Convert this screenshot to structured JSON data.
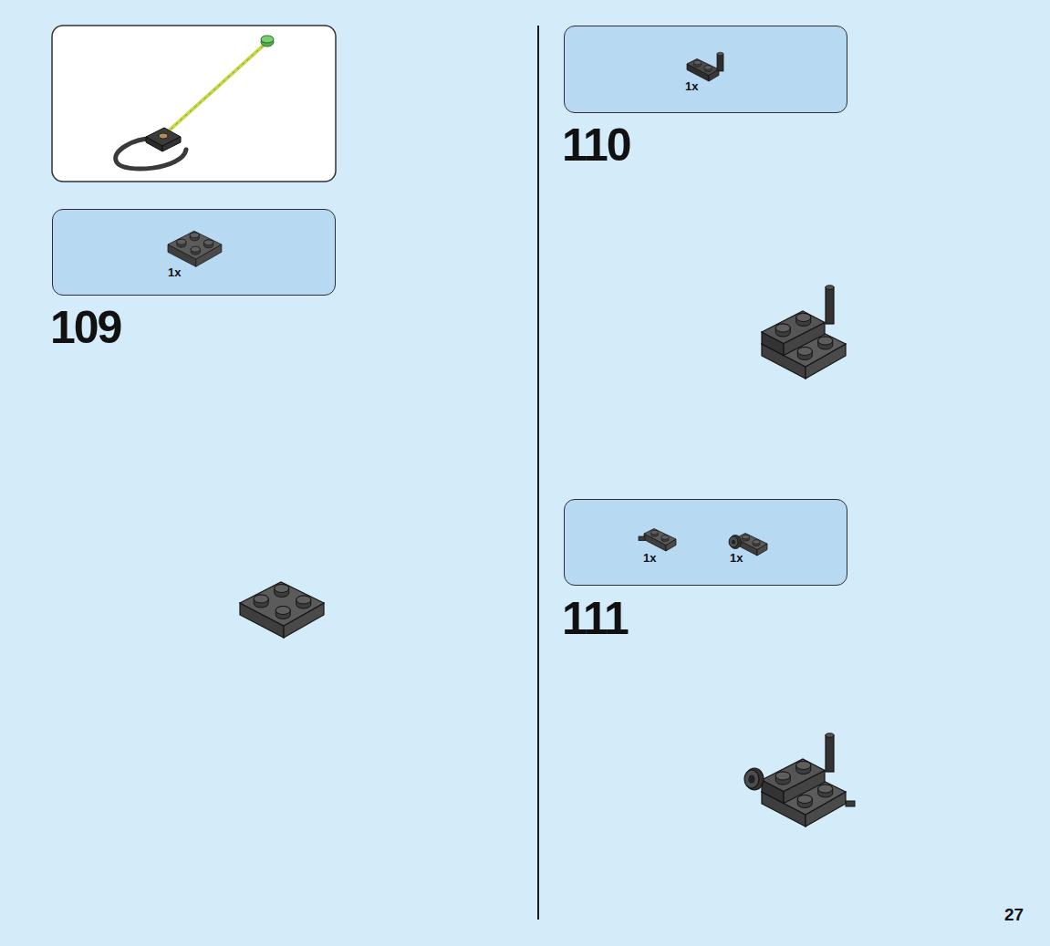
{
  "diagram": {
    "nodes": [
      {
        "text": [
          "1x"
        ]
      },
      {
        "text": [
          "1x"
        ]
      },
      {
        "text": [
          "1x",
          "1x"
        ]
      }
    ],
    "labels": [
      "109",
      "110",
      "111",
      "27"
    ]
  }
}
